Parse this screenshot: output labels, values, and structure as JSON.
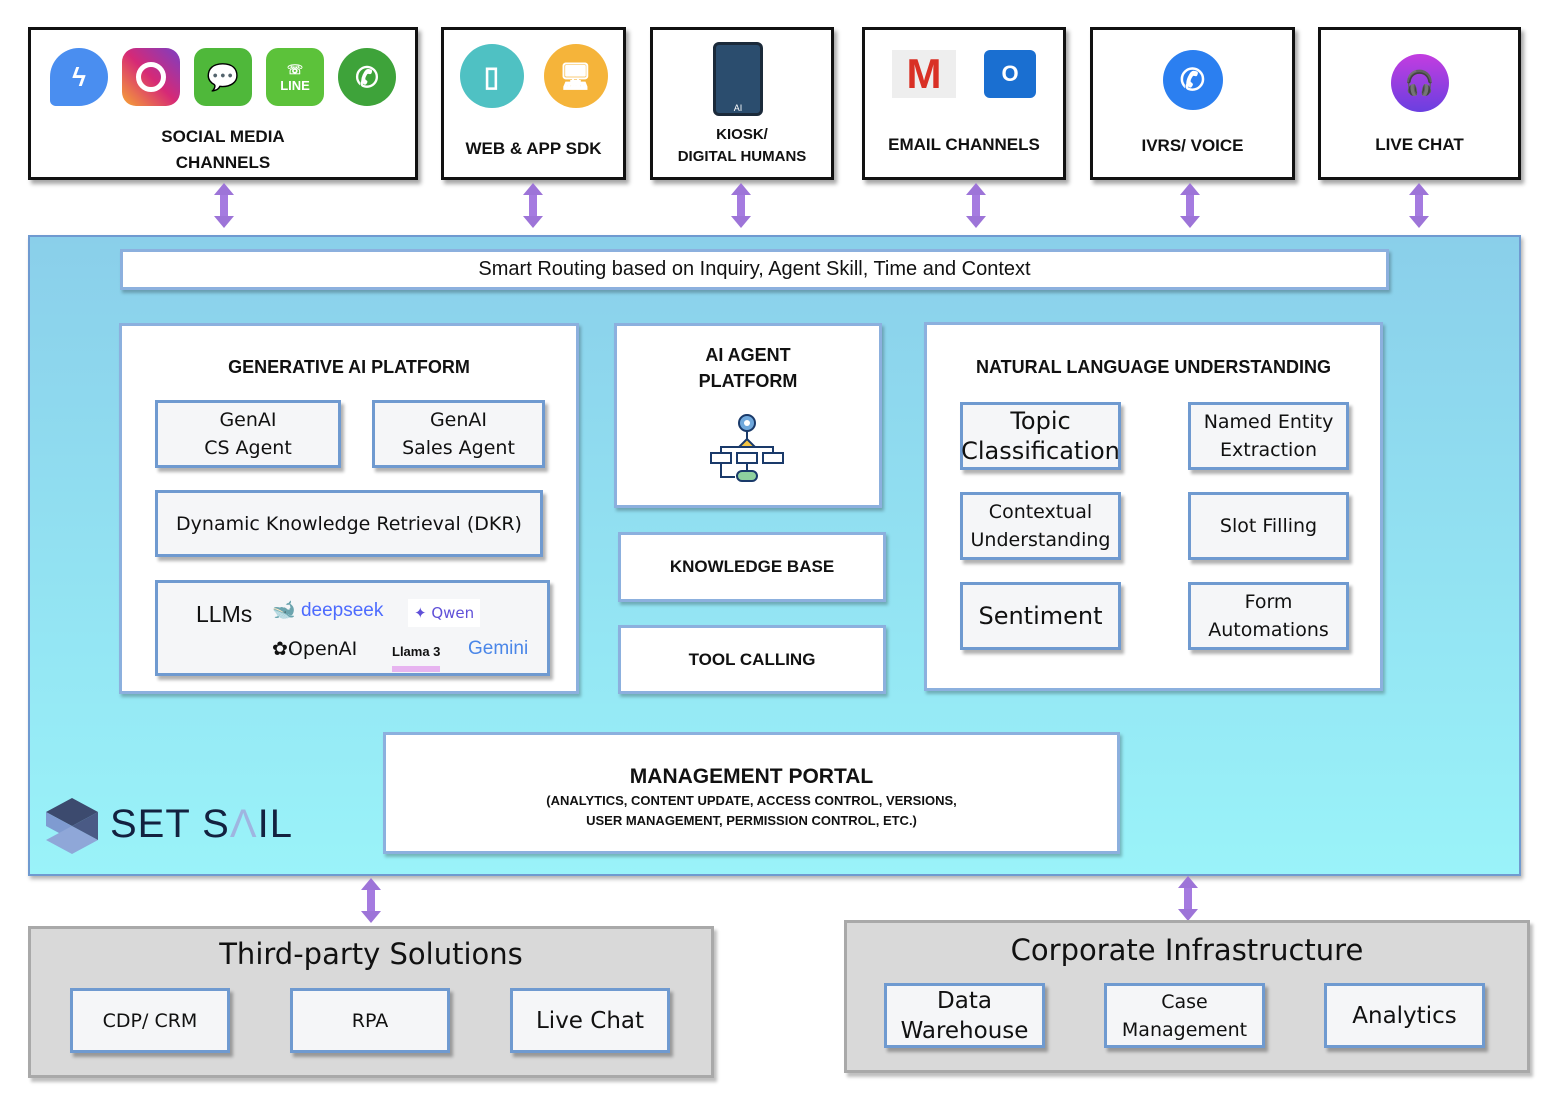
{
  "channels": [
    {
      "label_line1": "SOCIAL MEDIA",
      "label_line2": "CHANNELS",
      "icons": [
        "messenger-icon",
        "instagram-icon",
        "wechat-icon",
        "line-icon",
        "whatsapp-icon"
      ],
      "line_icon_text": "LINE"
    },
    {
      "label": "WEB & APP SDK",
      "icons": [
        "mobile-app-icon",
        "web-devices-icon"
      ]
    },
    {
      "label_line1": "KIOSK/",
      "label_line2": "DIGITAL HUMANS",
      "icons": [
        "kiosk-icon"
      ],
      "kiosk_icon_text": "AI"
    },
    {
      "label": "EMAIL CHANNELS",
      "icons": [
        "gmail-icon",
        "outlook-icon"
      ]
    },
    {
      "label": "IVRS/ VOICE",
      "icons": [
        "phone-icon"
      ]
    },
    {
      "label": "LIVE CHAT",
      "icons": [
        "live-chat-icon"
      ]
    }
  ],
  "routing": "Smart Routing based on Inquiry, Agent Skill, Time and Context",
  "genai": {
    "title": "GENERATIVE AI PLATFORM",
    "cs_agent": [
      "GenAI",
      "CS Agent"
    ],
    "sales_agent": [
      "GenAI",
      "Sales Agent"
    ],
    "dkr": "Dynamic Knowledge Retrieval (DKR)",
    "llms": {
      "label": "LLMs",
      "providers": [
        "deepseek",
        "Qwen",
        "OpenAI",
        "Llama 3",
        "Gemini"
      ]
    }
  },
  "ai_agent": {
    "title_line1": "AI AGENT",
    "title_line2": "PLATFORM",
    "icon": "workflow-gear-icon"
  },
  "knowledge_base": "KNOWLEDGE BASE",
  "tool_calling": "TOOL CALLING",
  "nlu": {
    "title": "NATURAL LANGUAGE UNDERSTANDING",
    "items": [
      [
        "Topic",
        "Classification"
      ],
      [
        "Named Entity",
        "Extraction"
      ],
      [
        "Contextual",
        "Understanding"
      ],
      [
        "Slot Filling"
      ],
      [
        "Sentiment"
      ],
      [
        "Form",
        "Automations"
      ]
    ]
  },
  "management": {
    "title": "MANAGEMENT PORTAL",
    "line1": "(ANALYTICS, CONTENT UPDATE, ACCESS CONTROL, VERSIONS,",
    "line2": "USER MANAGEMENT, PERMISSION CONTROL, ETC.)"
  },
  "logo": {
    "text_a": "SET S",
    "text_b": "Λ",
    "text_c": "IL"
  },
  "third_party": {
    "title": "Third-party Solutions",
    "items": [
      "CDP/ CRM",
      "RPA",
      "Live Chat"
    ]
  },
  "corporate": {
    "title": "Corporate Infrastructure",
    "items": [
      [
        "Data",
        "Warehouse"
      ],
      [
        "Case",
        "Management"
      ],
      [
        "Analytics"
      ]
    ]
  },
  "colors": {
    "panel_border": "#6f9ad0",
    "arrow": "#a57be0",
    "main_bg_top": "#8acfea",
    "main_bg_bottom": "#9af3f9"
  }
}
